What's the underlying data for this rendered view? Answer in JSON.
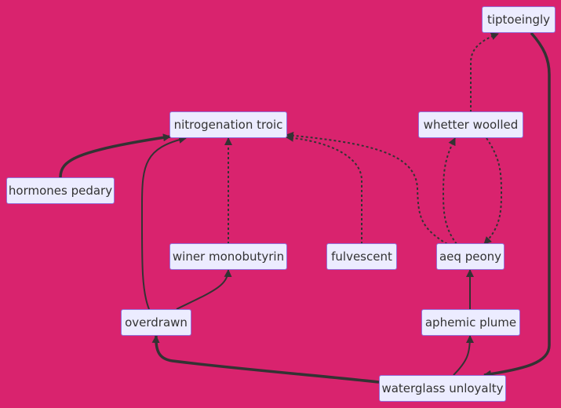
{
  "nodes": {
    "tiptoeingly": "tiptoeingly",
    "nitrogenation_troic": "nitrogenation troic",
    "whetter_woolled": "whetter woolled",
    "hormones_pedary": "hormones pedary",
    "winer_monobutyrin": "winer monobutyrin",
    "fulvescent": "fulvescent",
    "aeq_peony": "aeq peony",
    "overdrawn": "overdrawn",
    "aphemic_plume": "aphemic plume",
    "waterglass_unloyalty": "waterglass unloyalty"
  },
  "edges": [
    {
      "from": "hormones_pedary",
      "to": "nitrogenation_troic",
      "style": "thick"
    },
    {
      "from": "overdrawn",
      "to": "nitrogenation_troic",
      "style": "solid"
    },
    {
      "from": "winer_monobutyrin",
      "to": "nitrogenation_troic",
      "style": "dotted"
    },
    {
      "from": "fulvescent",
      "to": "nitrogenation_troic",
      "style": "dotted"
    },
    {
      "from": "aeq_peony",
      "to": "nitrogenation_troic",
      "style": "dotted"
    },
    {
      "from": "whetter_woolled",
      "to": "tiptoeingly",
      "style": "dotted"
    },
    {
      "from": "aeq_peony",
      "to": "whetter_woolled",
      "style": "dotted"
    },
    {
      "from": "whetter_woolled",
      "to": "aeq_peony",
      "style": "dotted"
    },
    {
      "from": "overdrawn",
      "to": "winer_monobutyrin",
      "style": "solid"
    },
    {
      "from": "aphemic_plume",
      "to": "aeq_peony",
      "style": "solid"
    },
    {
      "from": "waterglass_unloyalty",
      "to": "aphemic_plume",
      "style": "solid"
    },
    {
      "from": "waterglass_unloyalty",
      "to": "overdrawn",
      "style": "thick"
    },
    {
      "from": "tiptoeingly",
      "to": "waterglass_unloyalty",
      "style": "thick"
    }
  ],
  "colors": {
    "background": "#d9236e",
    "node_fill": "#ececff",
    "node_border": "#9370db",
    "edge": "#333333",
    "text": "#333333"
  }
}
